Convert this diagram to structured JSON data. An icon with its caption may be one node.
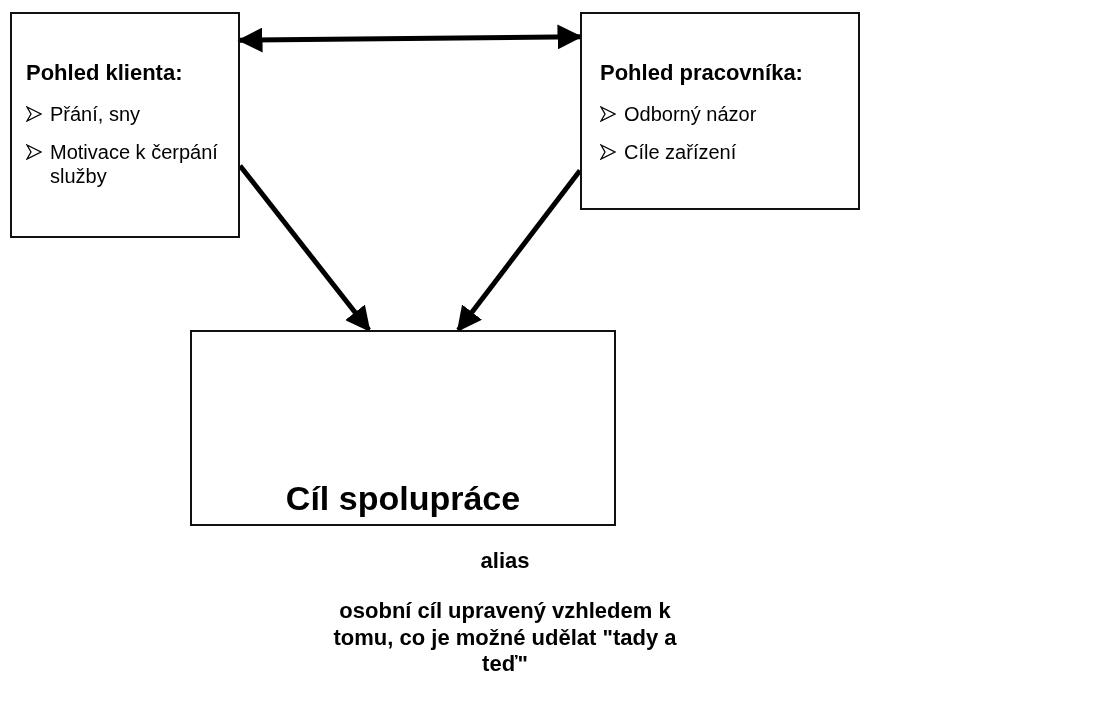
{
  "diagram": {
    "nodes": [
      {
        "text": [
          "Pohled klienta:",
          "Přání, sny",
          "Motivace k čerpání služby"
        ]
      },
      {
        "text": [
          "Pohled pracovníka:",
          "Odborný názor",
          "Cíle zařízení"
        ]
      },
      {
        "text": [
          "Cíl spolupráce"
        ],
        "beside": [
          "alias",
          "osobní cíl upravený vzhledem k tomu, co je možné udělat \"tady a teď\""
        ]
      }
    ],
    "edges": [
      {
        "from": 0,
        "to": 1,
        "arrow": "both"
      },
      {
        "from": 0,
        "to": 2,
        "arrow": "to"
      },
      {
        "from": 1,
        "to": 2,
        "arrow": "to"
      }
    ]
  }
}
